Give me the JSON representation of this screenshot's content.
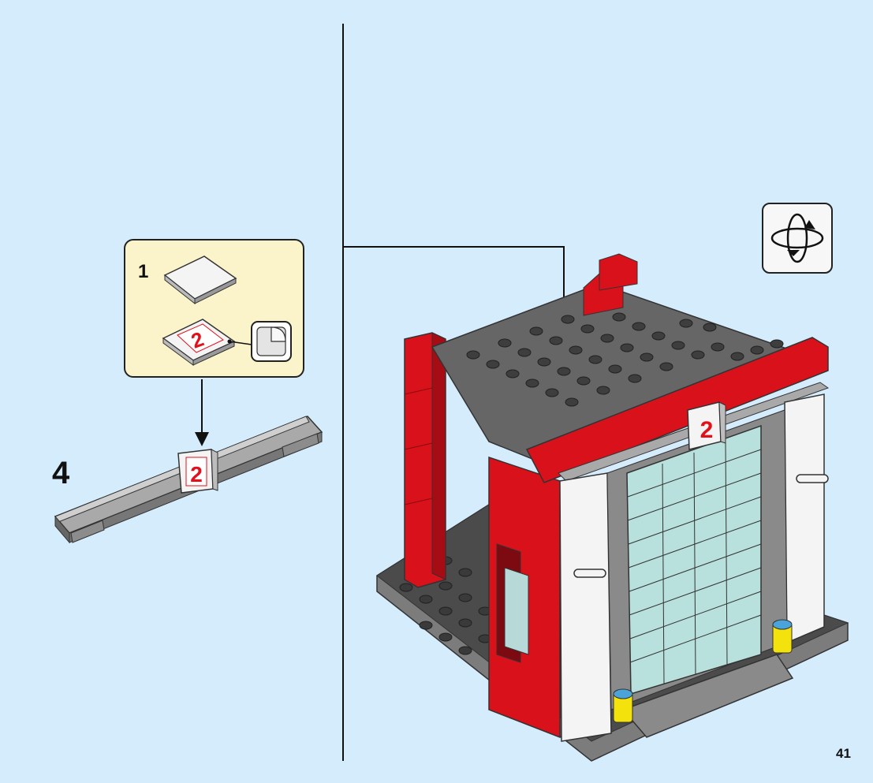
{
  "step": {
    "number": "4"
  },
  "page": {
    "number": "41"
  },
  "subassembly": {
    "quantity": "1x",
    "quantity_display": "1",
    "tile_number": "2",
    "sticker_icon": "sticker-peel-icon"
  },
  "model": {
    "sign_number": "2"
  },
  "rotate": {
    "icon": "rotate-model-icon"
  },
  "colors": {
    "background": "#d5ecfc",
    "callout": "#fbf3c9",
    "brick_red": "#d9111b",
    "plate_gray": "#7c7c7c",
    "dark_gray": "#4b4b4b",
    "light_gray": "#a9a9a9",
    "white": "#f4f4f4"
  }
}
